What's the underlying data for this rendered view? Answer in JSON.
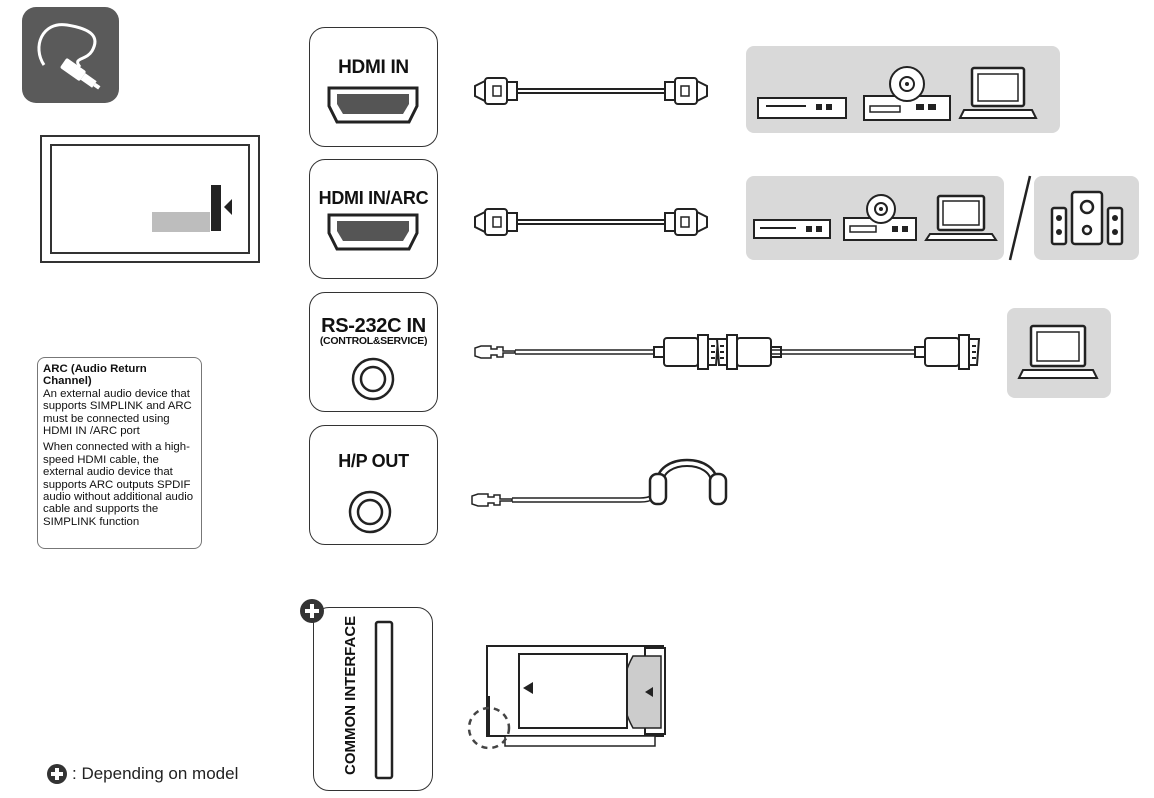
{
  "ports": {
    "hdmi_in": "HDMI IN",
    "hdmi_in_arc": "HDMI IN/ARC",
    "rs232c": "RS-232C IN",
    "rs232c_sub": "(CONTROL&SERVICE)",
    "hp_out": "H/P OUT",
    "common_interface": "COMMON INTERFACE"
  },
  "note": {
    "title": "ARC (Audio Return Channel)",
    "p1": "An external audio device that supports SIMPLINK and ARC must be connected using HDMI IN /ARC port",
    "p2": "When connected with a high-speed HDMI cable, the external audio device that supports ARC outputs SPDIF audio without additional audio cable and supports the SIMPLINK function"
  },
  "legend": {
    "text": ": Depending on model"
  },
  "icons": {
    "connection": "cable-plug-icon",
    "tv": "tv-rear-icon",
    "devices": [
      "blu-ray-player-icon",
      "dvd-player-icon",
      "laptop-icon",
      "speaker-system-icon",
      "headphones-icon",
      "ci-module-icon",
      "plus-icon"
    ]
  },
  "colors": {
    "icon_tile": "#5a5a5a",
    "panel": "#d9d9d9",
    "line": "#222222"
  }
}
